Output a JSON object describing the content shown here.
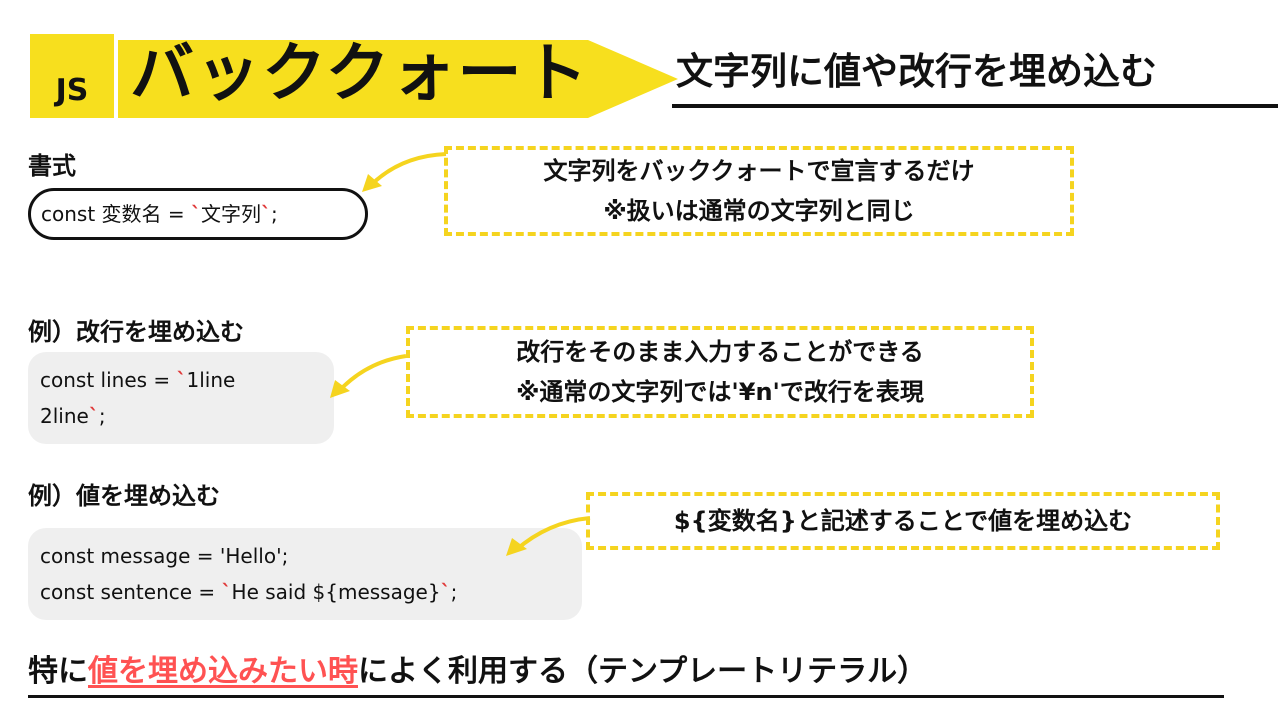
{
  "header": {
    "badge": "JS",
    "title": "バッククォート",
    "subtitle": "文字列に値や改行を埋め込む",
    "accent_color": "#f7df1e"
  },
  "format": {
    "label": "書式",
    "code_prefix": "const 変数名 = ",
    "tick_open": "`",
    "code_value": "文字列",
    "tick_close": "`",
    "code_suffix": ";"
  },
  "callout1": {
    "line1": "文字列をバッククォートで宣言するだけ",
    "line2": "※扱いは通常の文字列と同じ"
  },
  "example1": {
    "label": "例）改行を埋め込む",
    "line1_prefix": "const lines = ",
    "tick_open": "`",
    "line1_value": "1line",
    "line2_value": "2line",
    "tick_close": "`",
    "suffix": ";"
  },
  "callout2": {
    "line1": "改行をそのまま入力することができる",
    "line2": "※通常の文字列では'¥n'で改行を表現"
  },
  "example2": {
    "label": "例）値を埋め込む",
    "line1": "const message = 'Hello';",
    "line2_prefix": "const sentence = ",
    "tick_open": "`",
    "line2_value": "He said ${message}",
    "tick_close": "`",
    "suffix": ";"
  },
  "callout3": {
    "text": "${変数名}と記述することで値を埋め込む"
  },
  "bottom": {
    "prefix": "特に",
    "highlight": "値を埋め込みたい時",
    "suffix": "によく利用する（テンプレートリテラル）",
    "highlight_color": "#ff5252"
  }
}
